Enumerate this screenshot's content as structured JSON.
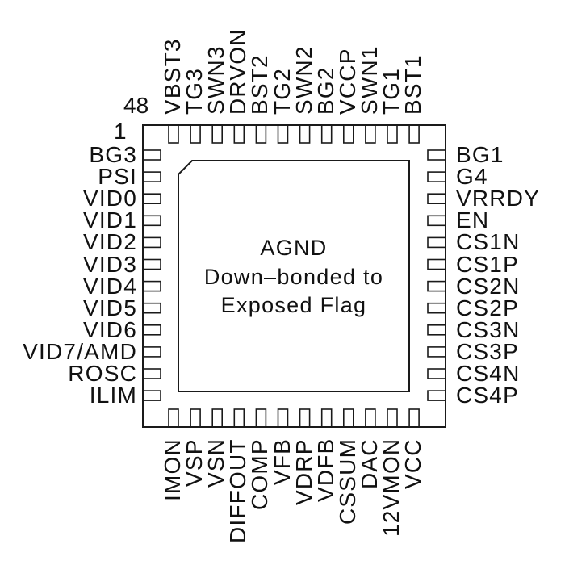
{
  "diagram": {
    "type": "IC pinout (48-pin QFN, top view)",
    "pin_markers": {
      "first": "1",
      "last": "48"
    },
    "exposed_pad": {
      "lines": [
        "AGND",
        "Down–bonded to",
        "Exposed Flag"
      ]
    },
    "left_pins": [
      "BG3",
      "PSI",
      "VID0",
      "VID1",
      "VID2",
      "VID3",
      "VID4",
      "VID5",
      "VID6",
      "VID7/AMD",
      "ROSC",
      "ILIM"
    ],
    "bottom_pins": [
      "IMON",
      "VSP",
      "VSN",
      "DIFFOUT",
      "COMP",
      "VFB",
      "VDRP",
      "VDFB",
      "CSSUM",
      "DAC",
      "12VMON",
      "VCC"
    ],
    "right_pins": [
      "BG1",
      "G4",
      "VRRDY",
      "EN",
      "CS1N",
      "CS1P",
      "CS2N",
      "CS2P",
      "CS3N",
      "CS3P",
      "CS4N",
      "CS4P"
    ],
    "top_pins": [
      "VBST3",
      "TG3",
      "SWN3",
      "DRVON",
      "BST2",
      "TG2",
      "SWN2",
      "BG2",
      "VCCP",
      "SWN1",
      "TG1",
      "BST1"
    ],
    "colors": {
      "line": "#1a1a1a",
      "text": "#111111",
      "background": "#ffffff"
    }
  }
}
